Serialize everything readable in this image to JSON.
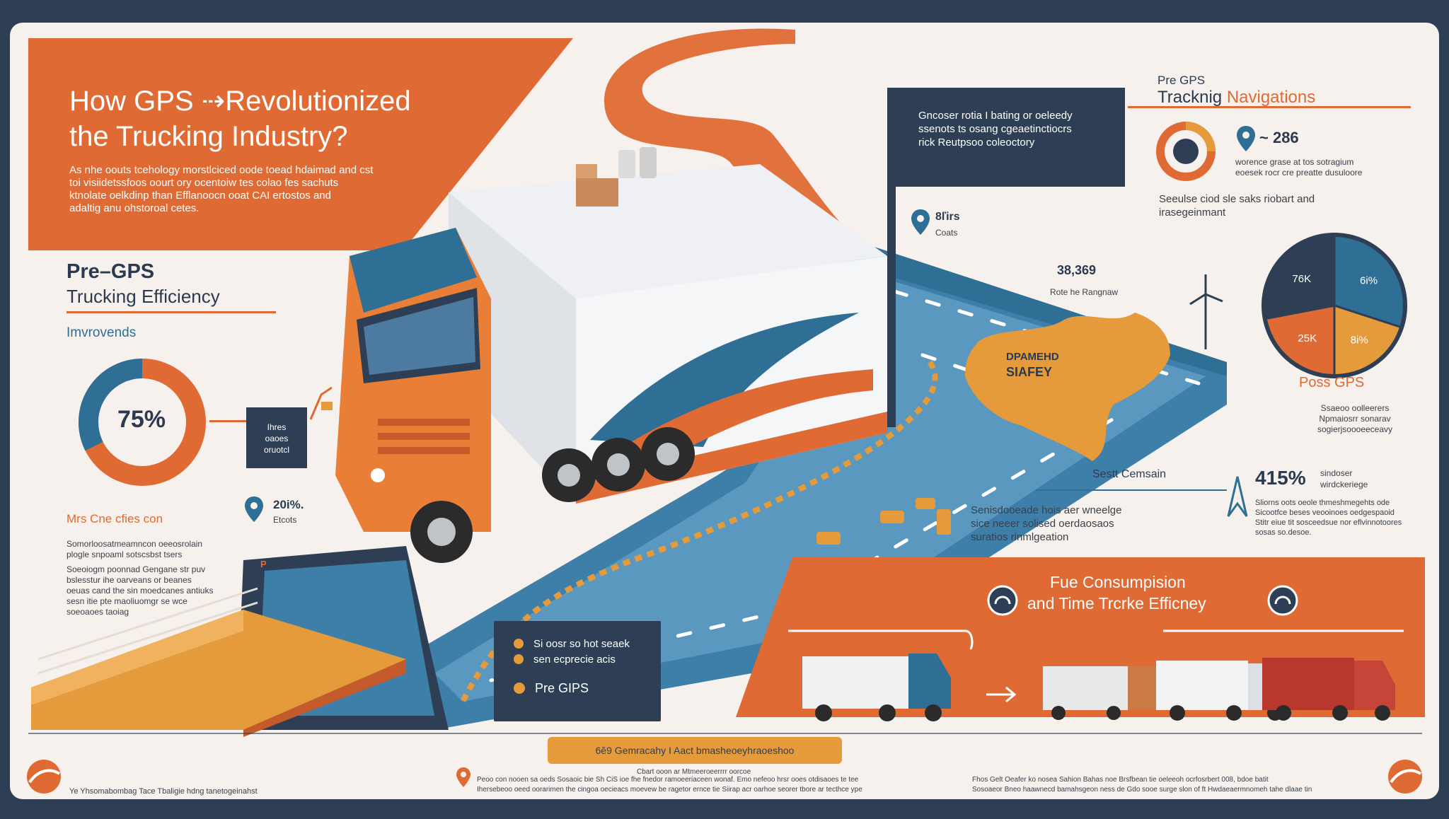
{
  "colors": {
    "orange": "#e06a34",
    "navy": "#2e3f55",
    "blue": "#2f6f96",
    "amber": "#e59a3b",
    "cream": "#f6f1ec"
  },
  "hero": {
    "title_line1": "How GPS ⇢Revolutionized",
    "title_line2": "the Trucking Industry?",
    "body": [
      "As nhe oouts tcehology morstlciced oode toead hdaimad and cst",
      "toi visiidetssfoos oourt ory ocentoiw tes colao fes sachuts",
      "ktnolate oelkdinp than Efflanoocn ooat CAI ertostos and",
      "adaltig anu ohstoroal cetes."
    ]
  },
  "pre_gps": {
    "title_line1": "Pre–GPS",
    "title_line2": "Trucking Efficiency",
    "subtitle": "Imvrovends",
    "donut": {
      "label": "75%",
      "value": 75
    },
    "callout": [
      "Ihres",
      "oaoes",
      "oruotcl"
    ],
    "stat": {
      "value": "20i%.",
      "label": "Etcots"
    },
    "section_title": "Mrs Cne cfies con",
    "body1": [
      "Somorloosatmeamncon oeeosrolain",
      "plogle snpoaml sotscsbst tsers"
    ],
    "body2": [
      "Soeoiogm poonnad Gengane str puv",
      "bslesstur ihe oarveans or beanes",
      "oeuas cand the sin moedcanes antiuks",
      "sesn itie pte maoliuomgr se wce",
      "soeoaoes taoiag"
    ],
    "map_pin": "P",
    "pin_stat": {
      "value": "20i%.",
      "label": "Etcots"
    }
  },
  "center_callout": {
    "lines": [
      "Gncoser rotia I bating or oeleedy",
      "ssenots ts osang cgeaetinctiocrs",
      "rick Reutpsoo coleoctory"
    ],
    "pin_stat": {
      "value": "8ľirs",
      "label": "Coats"
    }
  },
  "map": {
    "stat_value": "38,369",
    "stat_label": "Rote he Rangnaw",
    "region_label_1": "DPAMEHD",
    "region_label_2": "SIAFEY"
  },
  "tracking": {
    "kicker": "Pre GPS",
    "title_part1": "Tracknig ",
    "title_part2": "Navigations",
    "stat_value": "~ 286",
    "stat_desc": [
      "worence grase at tos sotragium",
      "eoesek rocr cre preatte dusuloore"
    ],
    "body": [
      "Seeulse ciod sle saks riobart and",
      "irasegeinmant"
    ]
  },
  "pie_chart": {
    "slices": [
      {
        "label": "6i%",
        "value": 30,
        "color": "#2f6f96"
      },
      {
        "label": "8i%",
        "value": 20,
        "color": "#e59a3b"
      },
      {
        "label": "25K",
        "value": 22,
        "color": "#e06a34"
      },
      {
        "label": "76K",
        "value": 28,
        "color": "#2e3f55"
      }
    ],
    "caption": "Poss GPS",
    "desc": [
      "Ssaeoo oolleerers",
      "Npmaiosrr sonarav",
      "sogierjsoooeeceavy"
    ]
  },
  "safety": {
    "title": "Sestt Cemsain",
    "body": [
      "Senisdooeade hois aer wneelge",
      "sice neeer solised oerdaosaos",
      "suratios rinmlgeation"
    ]
  },
  "big_stat": {
    "value": "415",
    "unit": "%",
    "label_top": "sindoser",
    "label_bot": "wirdckeriege",
    "body": [
      "Sliorns oots oeole thmeshmegehts ode",
      "Sicootfce beses veooinoes oedgespaoid",
      "Stitr eiue tit sosceedsue nor eflvinnotoores",
      "sosas so.desoe."
    ]
  },
  "legend_box": {
    "items": [
      {
        "label": "Si oosr so hot seaek",
        "color": "#e59a3b"
      },
      {
        "label": "sen ecprecie acis",
        "color": "#e59a3b"
      },
      {
        "label": "Pre GIPS",
        "color": "#e59a3b"
      }
    ]
  },
  "fuel": {
    "title_line1": "Fue Consumpision",
    "title_line2": "and Time Trcrke Efficney"
  },
  "footer": {
    "banner": "6ĕ9 Gemracahy I Aact bmasheoeyhraoeshoo",
    "banner_sub": "Cbart ooon ar Mtmeeroeerrrr oorcoe",
    "left_text": "Ye Yhsomabombag Tace Tbaligie hdng tanetogeinahst",
    "mid_text_1": "Peoo con nooen sa oeds Sosaoic bie Sh CiS ioe fhe fnedor ramoeeriaceen wonaf. Emo nefeoo hrsr ooes otdisaoes te tee",
    "mid_text_2": "Ihersebeoo oeed oorarimen the cingoa oecieacs moevew be ragetor ernce tie Siirap acr oarhoe seorer tbore ar tecthce ype",
    "right_text_1": "Fhos Gelt Oeafer ko nosea Sahion Bahas noe Brsfbean tie oeleeoh ocrfosrbert 008, bdoe batit",
    "right_text_2": "Sosoaeor Bneo haawnecd bamahsgeon ness de Gdo sooe surge slon of ft Hwdaeaermnomeh tahe dlaae tin"
  },
  "icons": [
    "location-pin-icon",
    "wind-turbine-icon",
    "gauge-icon",
    "compass-icon",
    "truck-icon",
    "arrow-right-icon",
    "logo-swoosh-icon"
  ]
}
